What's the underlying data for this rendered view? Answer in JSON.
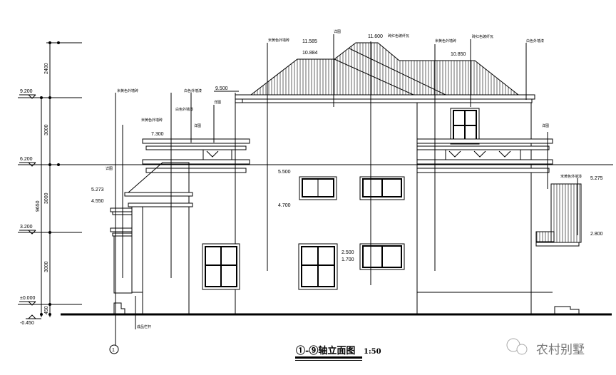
{
  "title": {
    "text": "①-⑨轴立面图",
    "scale": "1:50"
  },
  "watermark": "农村别墅",
  "dimensions": {
    "segments": [
      "2400",
      "3000",
      "3000",
      "3000",
      "450"
    ],
    "total": "9650"
  },
  "levels": {
    "l9200": "9.200",
    "l6200": "6.200",
    "l3200": "3.200",
    "l0": "±0.000",
    "lneg": "-0.450"
  },
  "elevations": [
    "11.585",
    "10.884",
    "11.600",
    "10.850",
    "9.500",
    "7.300",
    "5.273",
    "4.550",
    "5.500",
    "4.700",
    "2.500",
    "1.700",
    "5.275",
    "2.800"
  ],
  "notes": [
    "米黄色外墙砖",
    "详图",
    "砖红色玻纤瓦",
    "米黄色外墙砖",
    "砖红色玻纤瓦",
    "白色外墙漆",
    "米黄色外墙砖",
    "白色外墙漆",
    "米黄色外墙砖",
    "白色外墙漆",
    "详图",
    "详图",
    "详图",
    "米黄色外墙漆",
    "详图",
    "成品栏杆"
  ],
  "axes": [
    "1"
  ]
}
